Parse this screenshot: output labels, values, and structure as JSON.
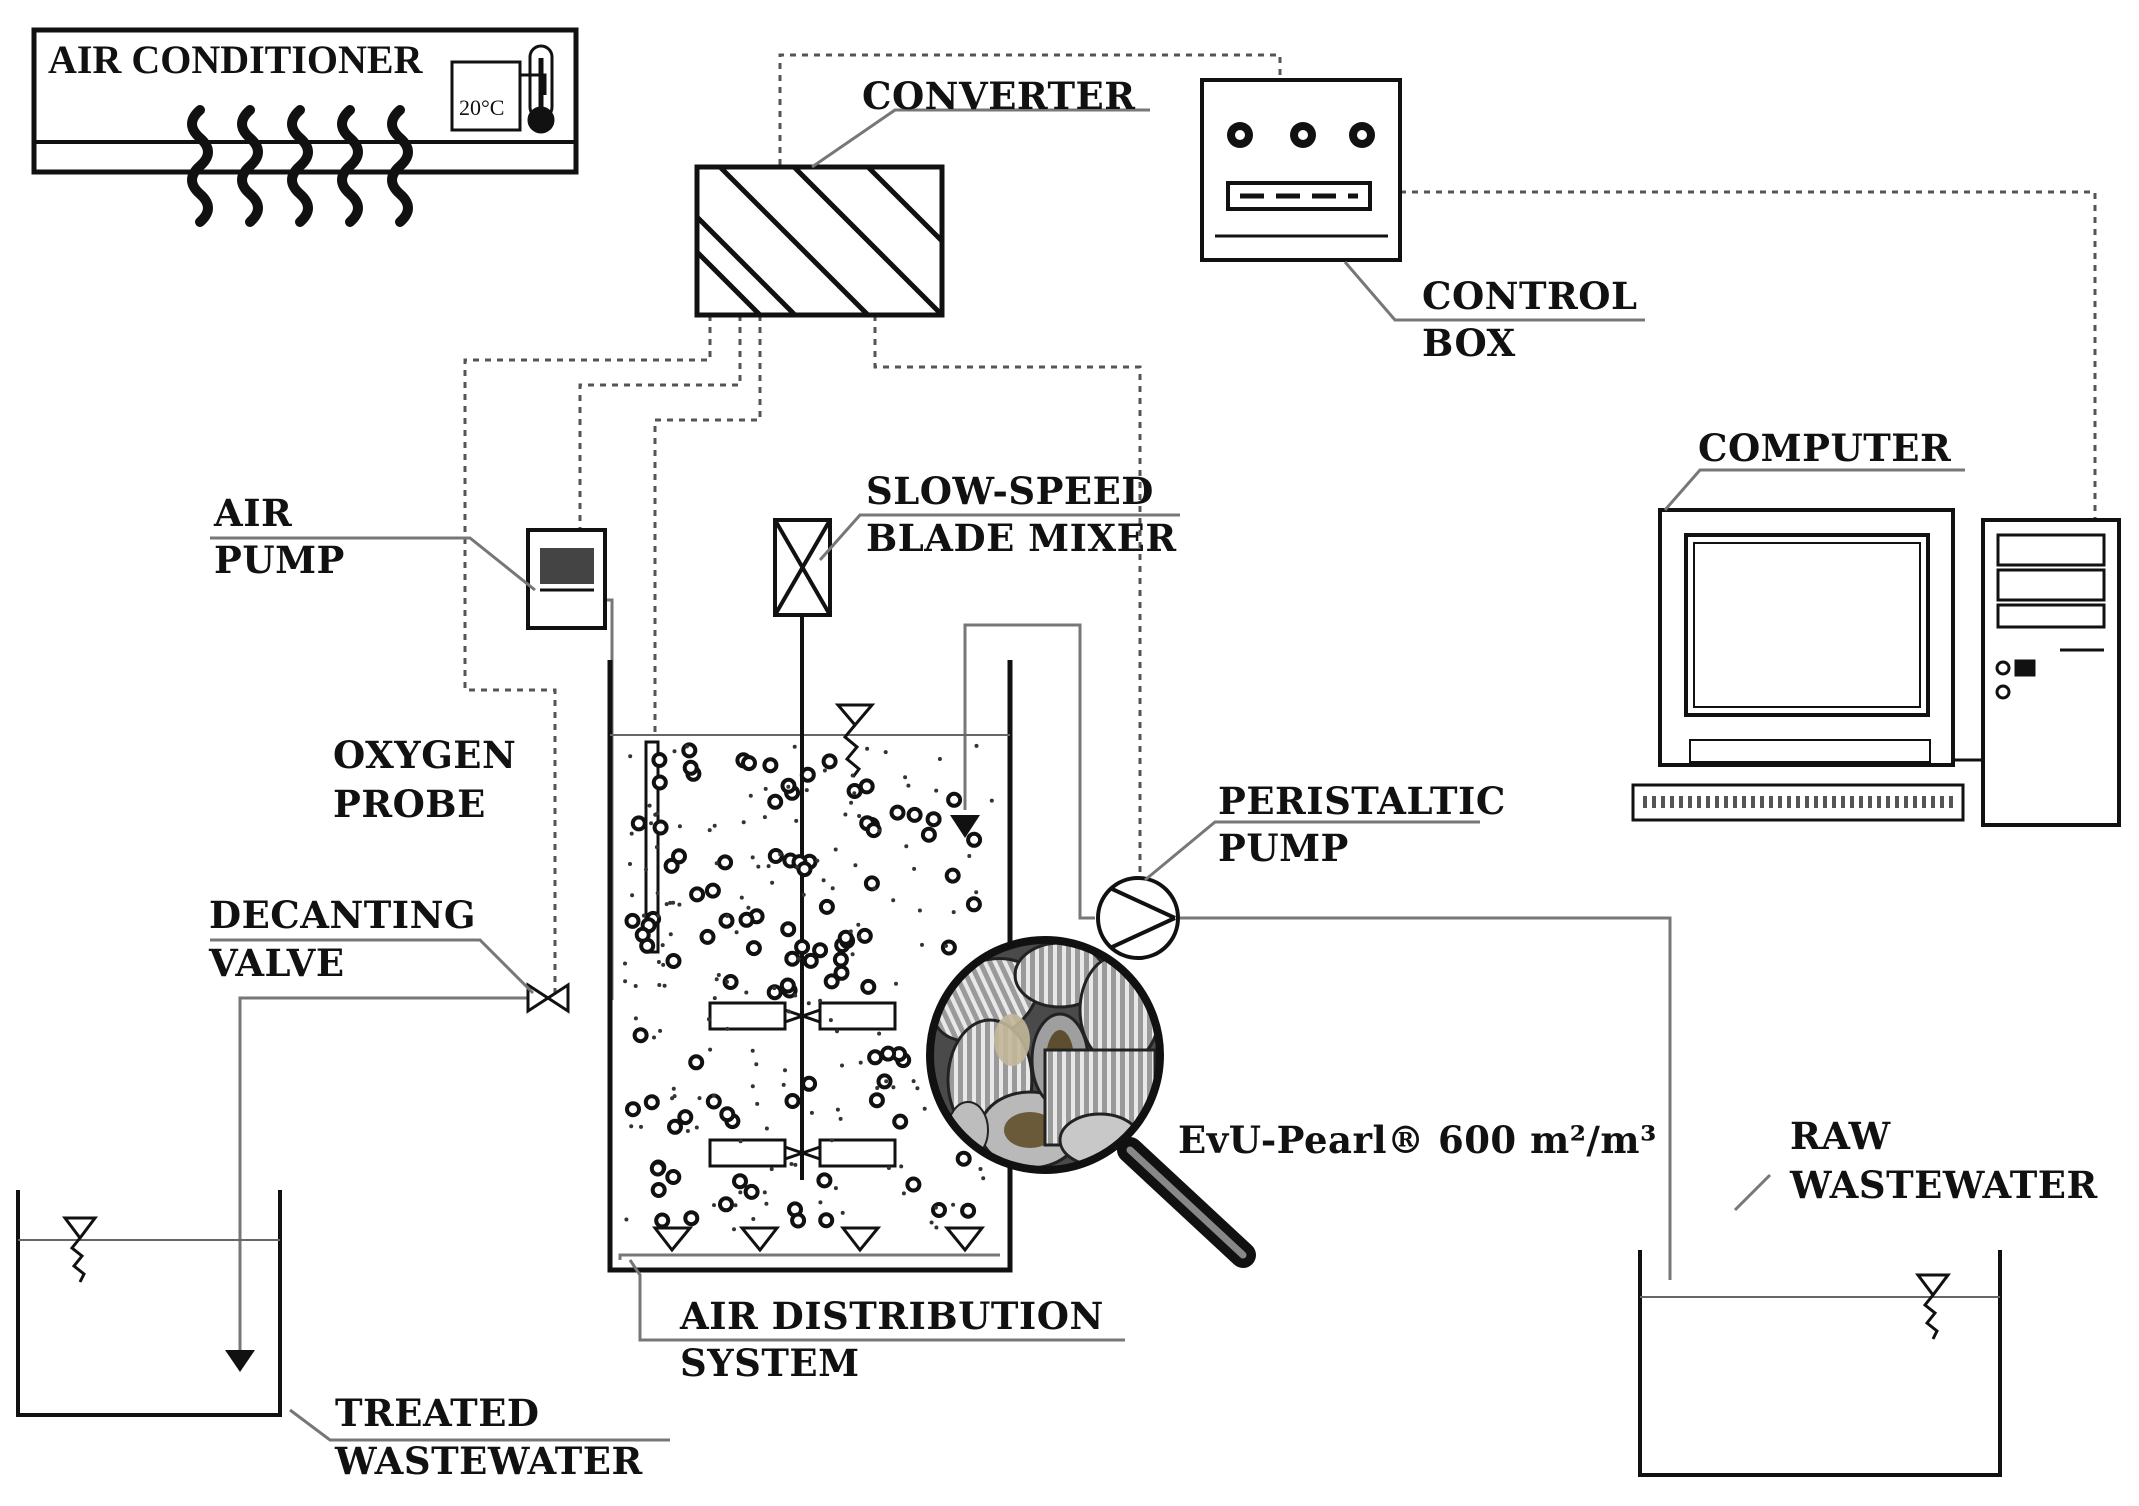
{
  "labels": {
    "air_conditioner": "AIR CONDITIONER",
    "temperature": "20°C",
    "converter": "CONVERTER",
    "control_box_1": "CONTROL",
    "control_box_2": "BOX",
    "computer": "COMPUTER",
    "air_pump_1": "AIR",
    "air_pump_2": "PUMP",
    "mixer_1": "SLOW-SPEED",
    "mixer_2": "BLADE MIXER",
    "oxygen_probe_1": "OXYGEN",
    "oxygen_probe_2": "PROBE",
    "decanting_valve_1": "DECANTING",
    "decanting_valve_2": "VALVE",
    "peristaltic_pump_1": "PERISTALTIC",
    "peristaltic_pump_2": "PUMP",
    "carrier": "EvU-Pearl® 600 m²/m³",
    "raw_wastewater_1": "RAW",
    "raw_wastewater_2": "WASTEWATER",
    "air_distribution_1": "AIR DISTRIBUTION",
    "air_distribution_2": "SYSTEM",
    "treated_wastewater_1": "TREATED",
    "treated_wastewater_2": "WASTEWATER"
  }
}
